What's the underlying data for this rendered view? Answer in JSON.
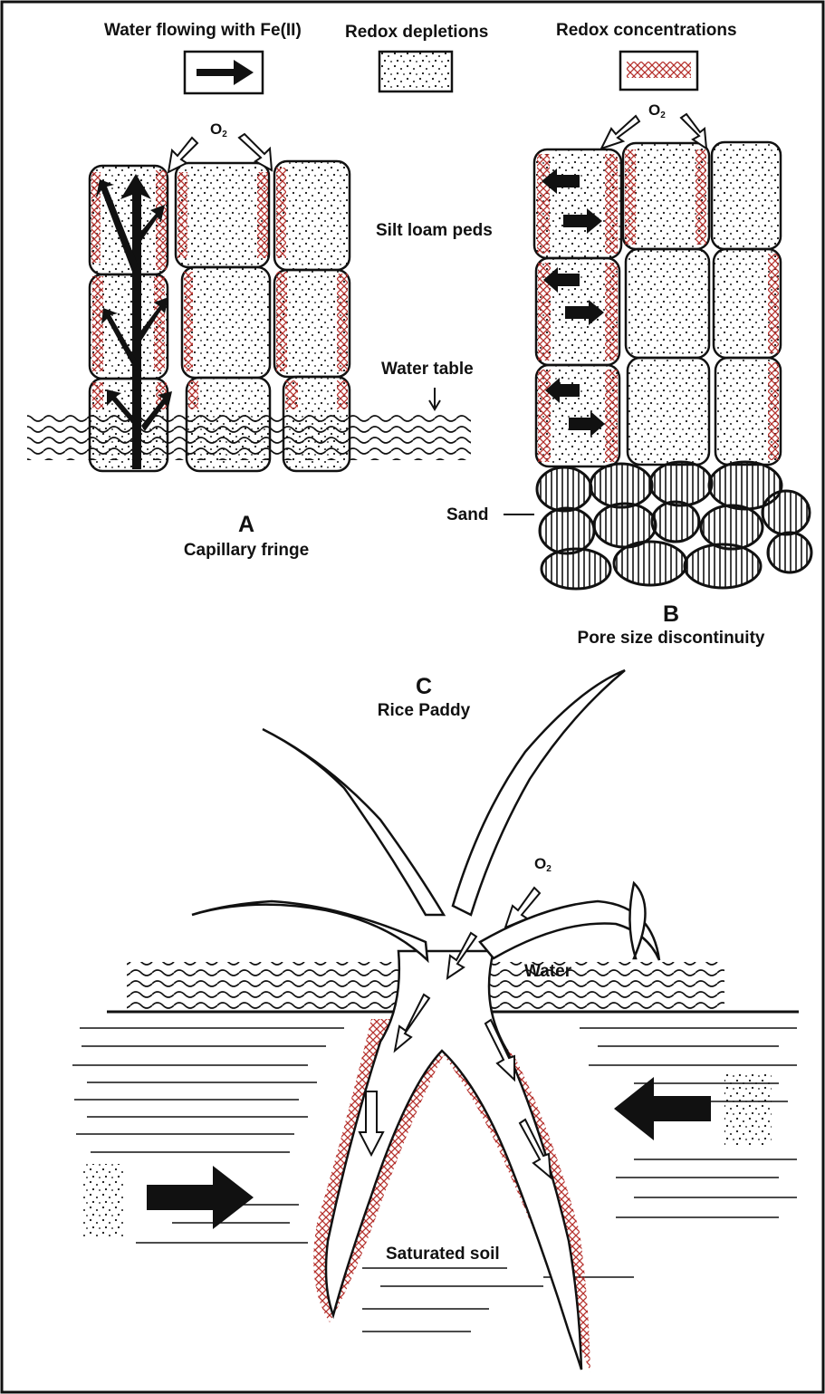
{
  "legend": {
    "flow": "Water flowing with Fe(II)",
    "depletions": "Redox depletions",
    "concentrations": "Redox concentrations"
  },
  "panel_a": {
    "letter": "A",
    "caption": "Capillary fringe",
    "oxygen": "O",
    "oxygen_sub": "2",
    "peds_label": "Silt loam peds",
    "water_table_label": "Water table"
  },
  "panel_b": {
    "letter": "B",
    "caption": "Pore size discontinuity",
    "oxygen": "O",
    "oxygen_sub": "2",
    "sand_label": "Sand"
  },
  "panel_c": {
    "letter": "C",
    "caption": "Rice Paddy",
    "oxygen": "O",
    "oxygen_sub": "2",
    "water_label": "Water",
    "soil_label": "Saturated soil"
  },
  "colors": {
    "ink": "#111111",
    "redox_red": "#b5302c",
    "paper": "#ffffff"
  }
}
